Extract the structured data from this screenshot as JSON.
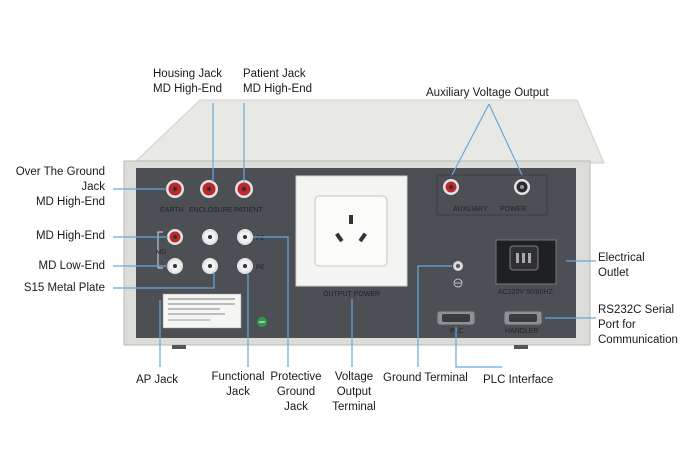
{
  "callouts": {
    "housing_jack": [
      "Housing Jack",
      "MD High-End"
    ],
    "patient_jack": [
      "Patient Jack",
      "MD High-End"
    ],
    "auxiliary_voltage_output": "Auxiliary Voltage Output",
    "over_the_ground": [
      "Over The Ground",
      "Jack",
      "MD High-End"
    ],
    "md_high_end": "MD High-End",
    "md_low_end": "MD Low-End",
    "s15_metal_plate": "S15 Metal Plate",
    "electrical_outlet": [
      "Electrical",
      "Outlet"
    ],
    "rs232c": [
      "RS232C Serial",
      "Port for",
      "Communication"
    ],
    "ap_jack": "AP Jack",
    "functional_jack": [
      "Functional",
      "Jack"
    ],
    "protective_ground_jack": [
      "Protective",
      "Ground",
      "Jack"
    ],
    "voltage_output_terminal": [
      "Voltage",
      "Output",
      "Terminal"
    ],
    "ground_terminal": "Ground Terminal",
    "plc_interface": "PLC Interface"
  },
  "panel": {
    "earth": "EARTH",
    "enclosure": "ENCLOSURE",
    "patient": "PATIENT",
    "auxiliary": "AUXLIARY",
    "power": "POWER",
    "output_power": "OUTPUT  POWER",
    "pe": "PE",
    "md": "MD",
    "ac_rating": "AC220V  50/60HZ",
    "plc": "PLC",
    "handler": "HANDLER"
  },
  "colors": {
    "housing_top": "#e6e6e3",
    "panel": "#4a4d52",
    "socket_face": "#f4f4f2",
    "red_jack": "#c0262d",
    "callout_line": "#6aa8d8"
  }
}
